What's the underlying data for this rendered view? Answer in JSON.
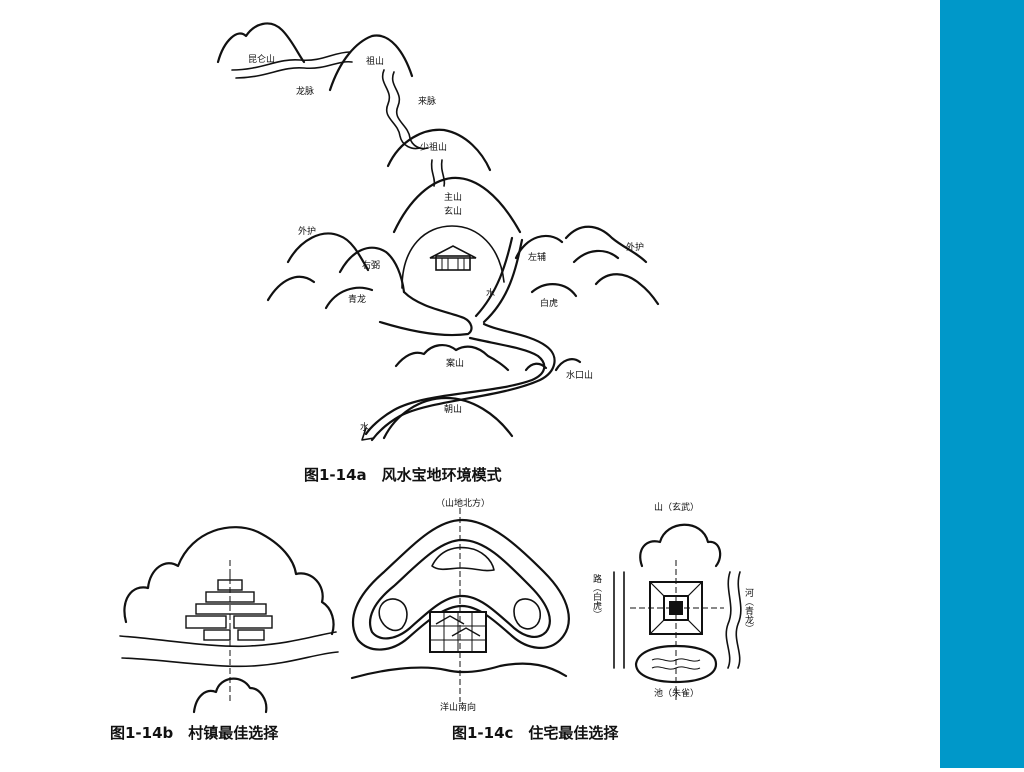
{
  "theme": {
    "accent": "#0098c9",
    "background": "#ffffff",
    "ink": "#111111"
  },
  "figure_a": {
    "caption": "图1-14a　风水宝地环境模式",
    "labels": {
      "kunlun": "昆仑山",
      "zushan": "祖山",
      "longmai": "龙脉",
      "laimai": "来脉",
      "shaozushan": "少祖山",
      "zhushan": "主山",
      "xuanshan": "玄山",
      "waihu_left": "外护",
      "waihu_right": "外护",
      "youbi": "右弼",
      "zuofu": "左辅",
      "shui": "水",
      "qinglong": "青龙",
      "baihu": "白虎",
      "anshan": "案山",
      "shuikoushan": "水口山",
      "chaoshan": "朝山",
      "water_end": "水"
    }
  },
  "figure_b": {
    "caption": "图1-14b　村镇最佳选择"
  },
  "figure_c": {
    "caption": "图1-14c　住宅最佳选择",
    "labels": {
      "top": "（山地北方）",
      "bottom": "洋山南向"
    }
  },
  "figure_d": {
    "labels": {
      "top": "山（玄武）",
      "left": "路（白虎）",
      "right": "河（青龙）",
      "bottom": "池（朱雀）"
    }
  }
}
